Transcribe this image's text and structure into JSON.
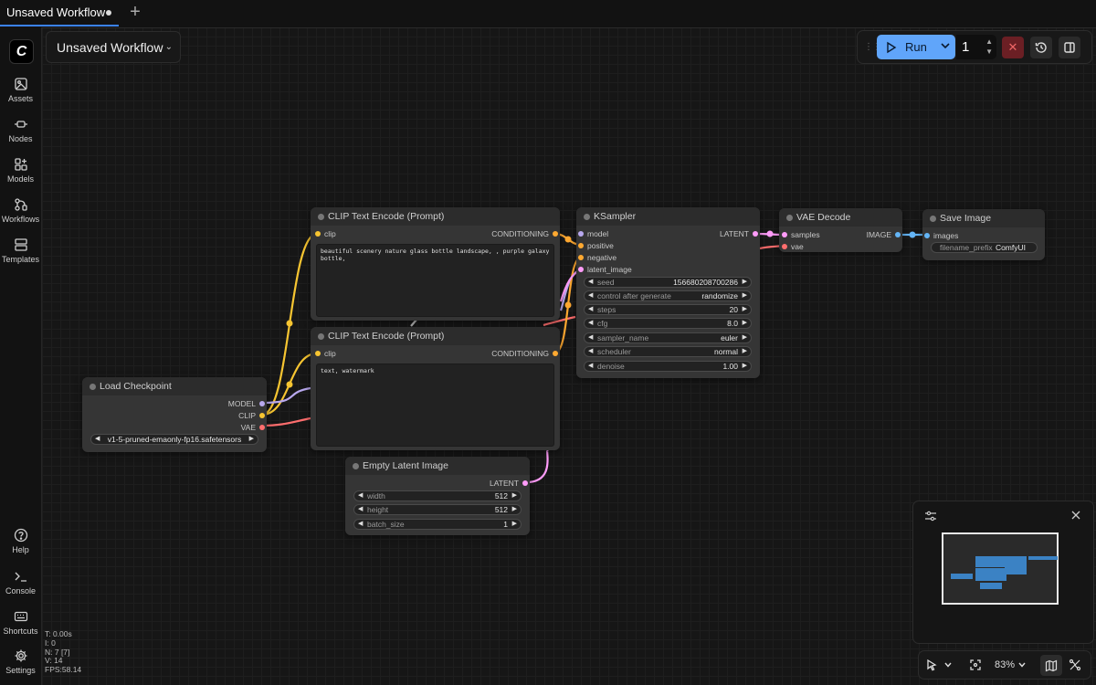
{
  "tab": {
    "title": "Unsaved Workflow"
  },
  "workflow": {
    "title": "Unsaved Workflow"
  },
  "sidebar": {
    "items": [
      {
        "label": "Assets",
        "icon": "image-icon"
      },
      {
        "label": "Nodes",
        "icon": "node-icon"
      },
      {
        "label": "Models",
        "icon": "models-icon"
      },
      {
        "label": "Workflows",
        "icon": "workflow-icon"
      },
      {
        "label": "Templates",
        "icon": "templates-icon"
      }
    ],
    "bottom": [
      {
        "label": "Help",
        "icon": "help-icon"
      },
      {
        "label": "Console",
        "icon": "console-icon"
      },
      {
        "label": "Shortcuts",
        "icon": "keyboard-icon"
      },
      {
        "label": "Settings",
        "icon": "gear-icon"
      }
    ]
  },
  "toolbar": {
    "run_label": "Run",
    "run_count": "1"
  },
  "nodes": {
    "clip_pos": {
      "title": "CLIP Text Encode (Prompt)",
      "input": "clip",
      "output": "CONDITIONING",
      "text": "beautiful scenery nature glass bottle landscape, , purple galaxy bottle,"
    },
    "clip_neg": {
      "title": "CLIP Text Encode (Prompt)",
      "input": "clip",
      "output": "CONDITIONING",
      "text": "text, watermark"
    },
    "ksampler": {
      "title": "KSampler",
      "inputs": [
        "model",
        "positive",
        "negative",
        "latent_image"
      ],
      "output": "LATENT",
      "widgets": [
        {
          "label": "seed",
          "value": "156680208700286"
        },
        {
          "label": "control after generate",
          "value": "randomize"
        },
        {
          "label": "steps",
          "value": "20"
        },
        {
          "label": "cfg",
          "value": "8.0"
        },
        {
          "label": "sampler_name",
          "value": "euler"
        },
        {
          "label": "scheduler",
          "value": "normal"
        },
        {
          "label": "denoise",
          "value": "1.00"
        }
      ]
    },
    "vae_decode": {
      "title": "VAE Decode",
      "inputs": [
        "samples",
        "vae"
      ],
      "output": "IMAGE"
    },
    "save_image": {
      "title": "Save Image",
      "input": "images",
      "widget": {
        "label": "filename_prefix",
        "value": "ComfyUI"
      }
    },
    "load_checkpoint": {
      "title": "Load Checkpoint",
      "outputs": [
        "MODEL",
        "CLIP",
        "VAE"
      ],
      "ckpt": "v1-5-pruned-emaonly-fp16.safetensors"
    },
    "empty_latent": {
      "title": "Empty Latent Image",
      "output": "LATENT",
      "widgets": [
        {
          "label": "width",
          "value": "512"
        },
        {
          "label": "height",
          "value": "512"
        },
        {
          "label": "batch_size",
          "value": "1"
        }
      ]
    }
  },
  "colors": {
    "clip_link": "#f7c531",
    "model_link": "#b8a8ee",
    "vae_link": "#ff6e6e",
    "latent_link": "#ff9cf9",
    "image_link": "#64b5f6",
    "conditioning_link": "#ffa931",
    "accent": "#60a5fa"
  },
  "canvas": {
    "zoom": "83%"
  },
  "stats": {
    "t": "T: 0.00s",
    "i": "I: 0",
    "n": "N: 7 [7]",
    "v": "V: 14",
    "fps": "FPS:58.14"
  }
}
